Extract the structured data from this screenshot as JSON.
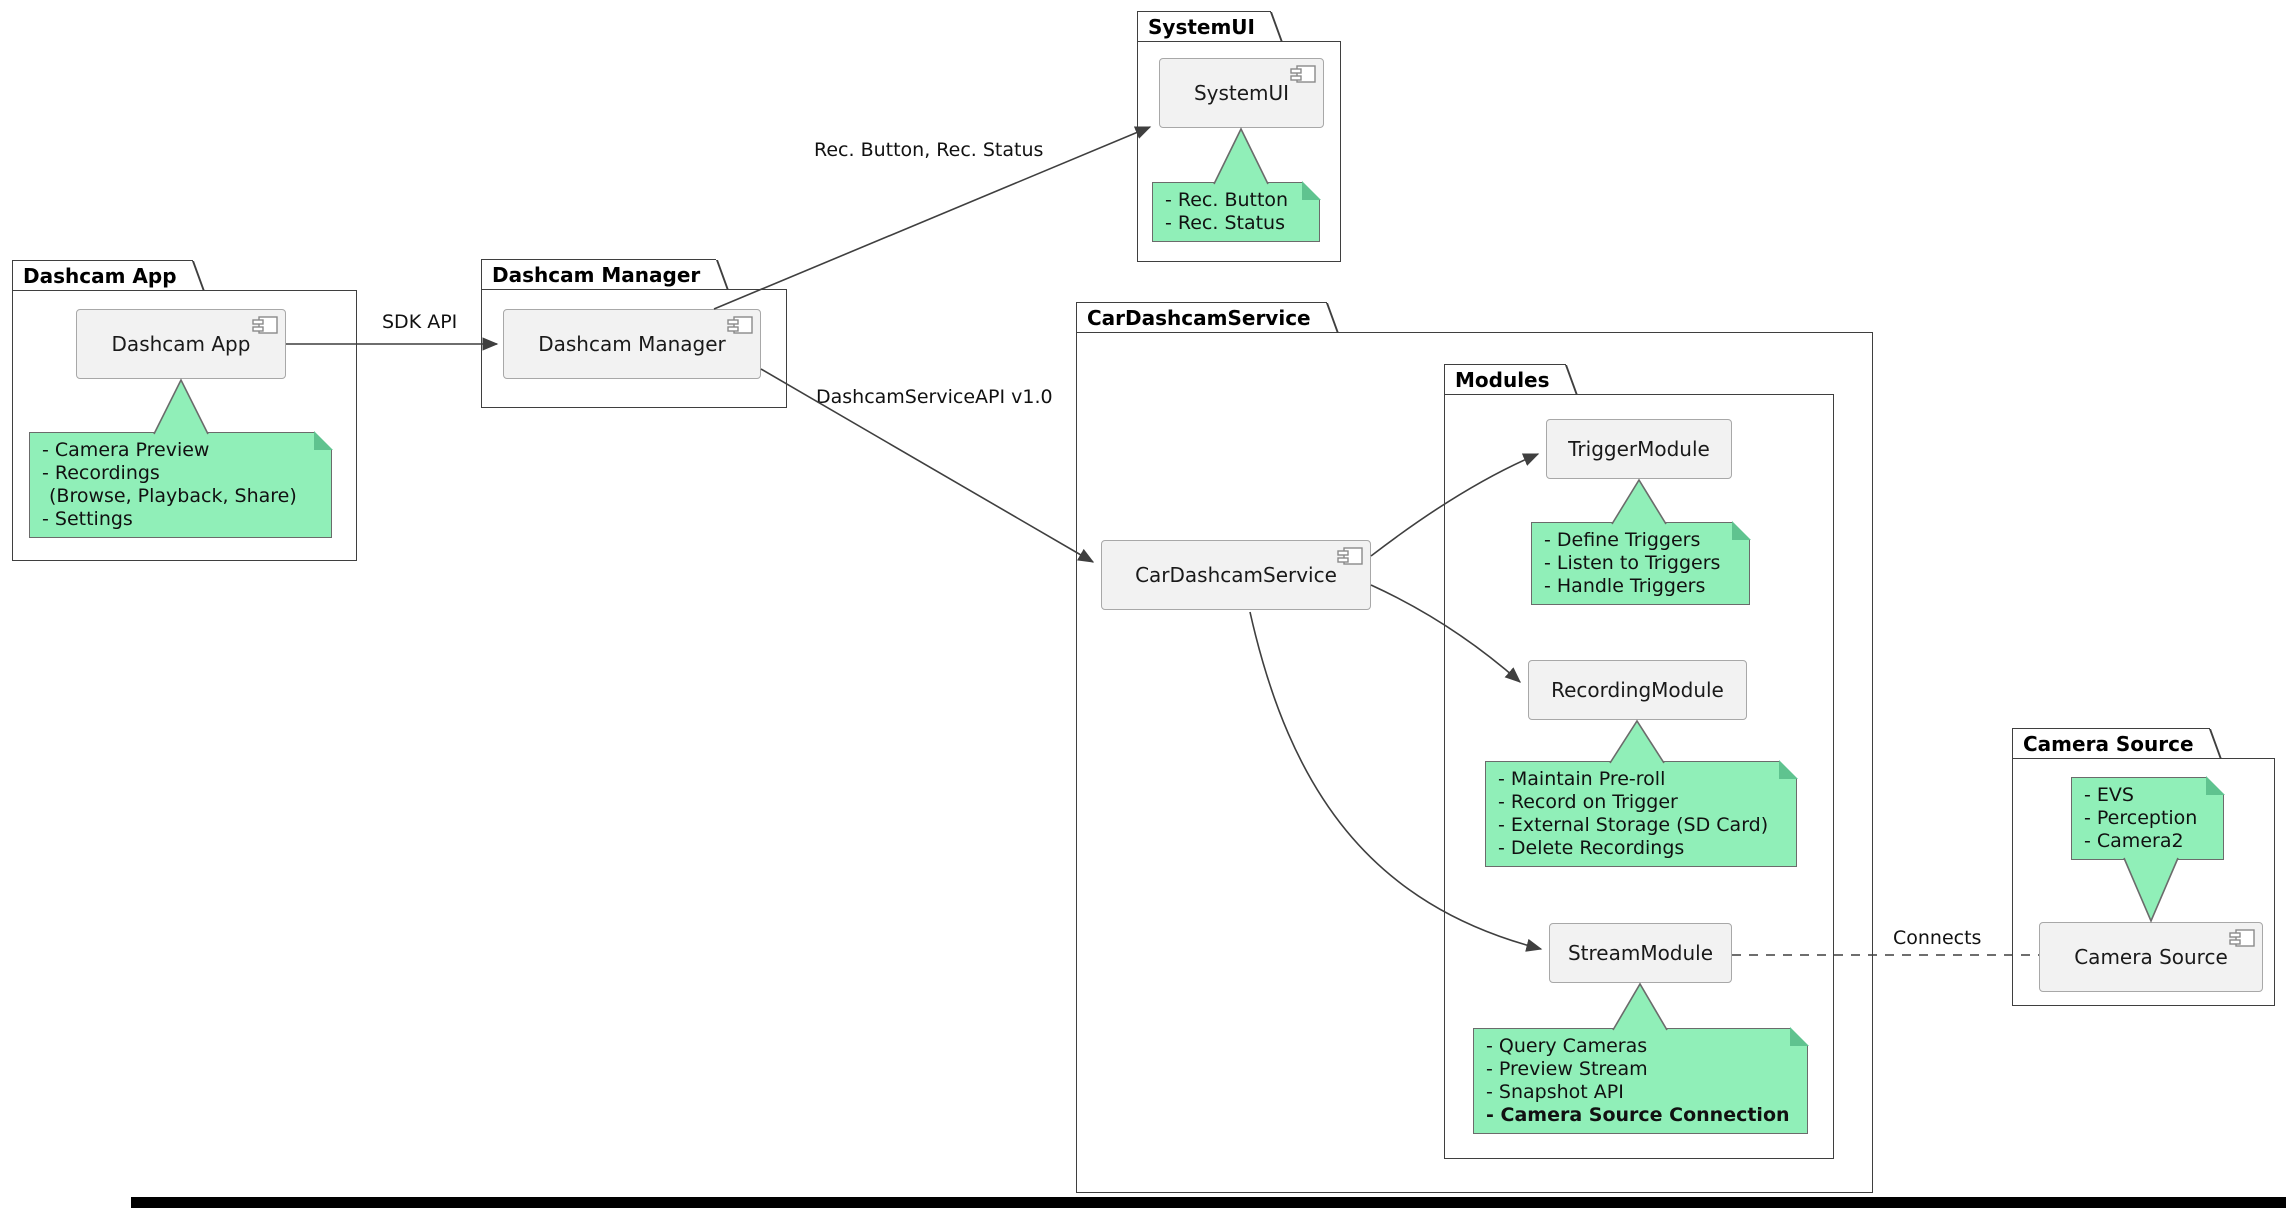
{
  "packages": {
    "dashcam_app": {
      "label": "Dashcam App"
    },
    "dashcam_manager": {
      "label": "Dashcam Manager"
    },
    "system_ui": {
      "label": "SystemUI"
    },
    "car_dashcam_service": {
      "label": "CarDashcamService"
    },
    "modules": {
      "label": "Modules"
    },
    "camera_source": {
      "label": "Camera Source"
    }
  },
  "components": {
    "dashcam_app": {
      "label": "Dashcam App"
    },
    "dashcam_manager": {
      "label": "Dashcam Manager"
    },
    "system_ui": {
      "label": "SystemUI"
    },
    "car_dashcam_service": {
      "label": "CarDashcamService"
    },
    "trigger_module": {
      "label": "TriggerModule"
    },
    "recording_module": {
      "label": "RecordingModule"
    },
    "stream_module": {
      "label": "StreamModule"
    },
    "camera_source": {
      "label": "Camera Source"
    }
  },
  "notes": {
    "dashcam_app": {
      "lines": [
        "- Camera Preview",
        "- Recordings",
        "(Browse, Playback, Share)",
        "- Settings"
      ]
    },
    "system_ui": {
      "lines": [
        "- Rec. Button",
        "- Rec. Status"
      ]
    },
    "trigger_module": {
      "lines": [
        "- Define Triggers",
        "- Listen to Triggers",
        "- Handle Triggers"
      ]
    },
    "recording_module": {
      "lines": [
        "- Maintain Pre-roll",
        "- Record on Trigger",
        "- External Storage (SD Card)",
        "- Delete Recordings"
      ]
    },
    "stream_module": {
      "lines": [
        "- Query Cameras",
        "- Preview Stream",
        "- Snapshot API",
        "- Camera Source Connection"
      ]
    },
    "camera_source": {
      "lines": [
        "- EVS",
        "- Perception",
        "- Camera2"
      ]
    }
  },
  "edges": {
    "sdk_api": {
      "label": "SDK API"
    },
    "rec_button_status": {
      "label": "Rec. Button, Rec. Status"
    },
    "dashcam_service_api": {
      "label": "DashcamServiceAPI v1.0"
    },
    "connects": {
      "label": "Connects"
    }
  },
  "colors": {
    "note_fill": "#90EFB8",
    "note_fold": "#5FC38F",
    "note_border": "#6B6B6B",
    "component_fill": "#F2F2F2",
    "component_border": "#A8A8A8",
    "package_border": "#3F3F3F",
    "edge": "#3F3F3F",
    "bottom_bar": "#000000"
  }
}
